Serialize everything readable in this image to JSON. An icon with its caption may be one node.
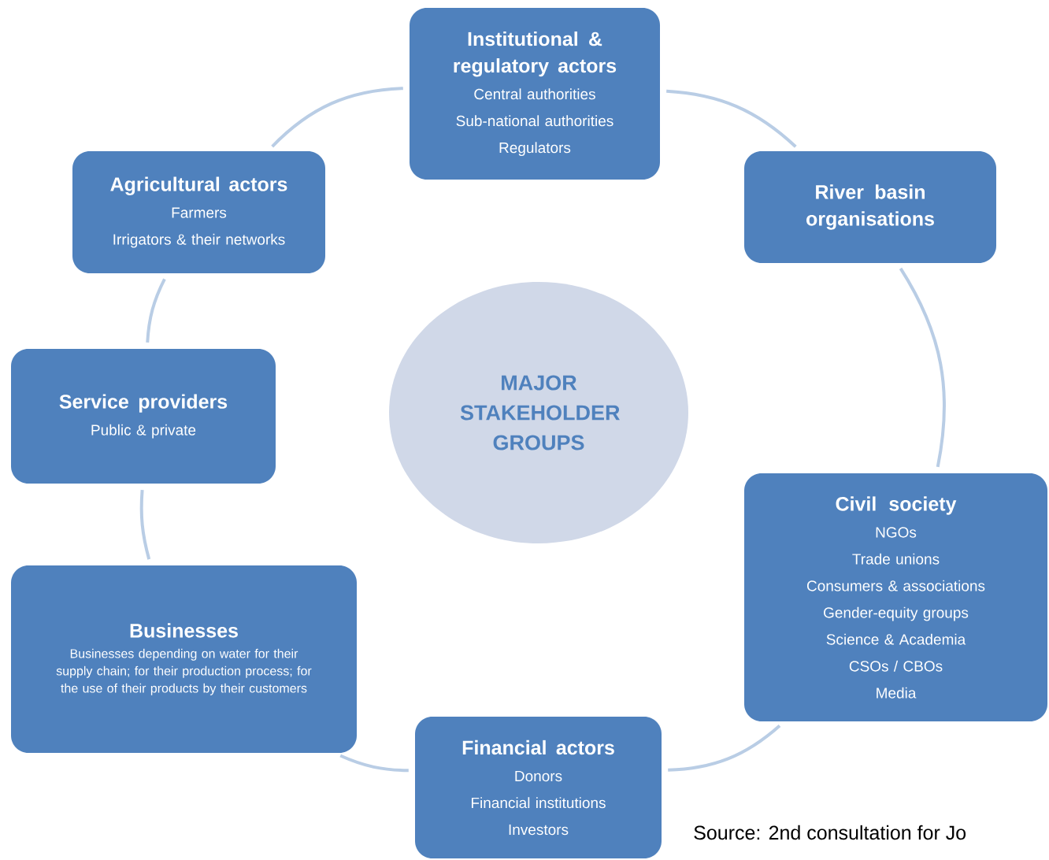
{
  "diagram": {
    "nodes": [
      {
        "text": [
          "Institutional & regulatory actors",
          "Central authorities",
          "Sub-national authorities",
          "Regulators"
        ]
      },
      {
        "text": [
          "River basin organisations"
        ]
      },
      {
        "text": [
          "Civil society",
          "NGOs",
          "Trade unions",
          "Consumers & associations",
          "Gender-equity groups",
          "Science & Academia",
          "CSOs / CBOs",
          "Media"
        ]
      },
      {
        "text": [
          "Financial actors",
          "Donors",
          "Financial institutions",
          "Investors"
        ]
      },
      {
        "text": [
          "Businesses",
          "Businesses depending on water for their supply chain; for their production process; for the use of their products by their customers"
        ]
      },
      {
        "text": [
          "Service providers",
          "Public & private"
        ]
      },
      {
        "text": [
          "Agricultural actors",
          "Farmers",
          "Irrigators & their networks"
        ]
      },
      {
        "text": [
          "MAJOR STAKEHOLDER GROUPS"
        ]
      }
    ],
    "edges": [
      {
        "from": 0,
        "to": 1,
        "arrow": "none"
      },
      {
        "from": 1,
        "to": 2,
        "arrow": "none"
      },
      {
        "from": 2,
        "to": 3,
        "arrow": "none"
      },
      {
        "from": 3,
        "to": 4,
        "arrow": "none"
      },
      {
        "from": 4,
        "to": 5,
        "arrow": "none"
      },
      {
        "from": 5,
        "to": 6,
        "arrow": "none"
      },
      {
        "from": 6,
        "to": 0,
        "arrow": "none"
      }
    ],
    "labels": [
      "Source: 2nd consultation for Jo"
    ]
  }
}
